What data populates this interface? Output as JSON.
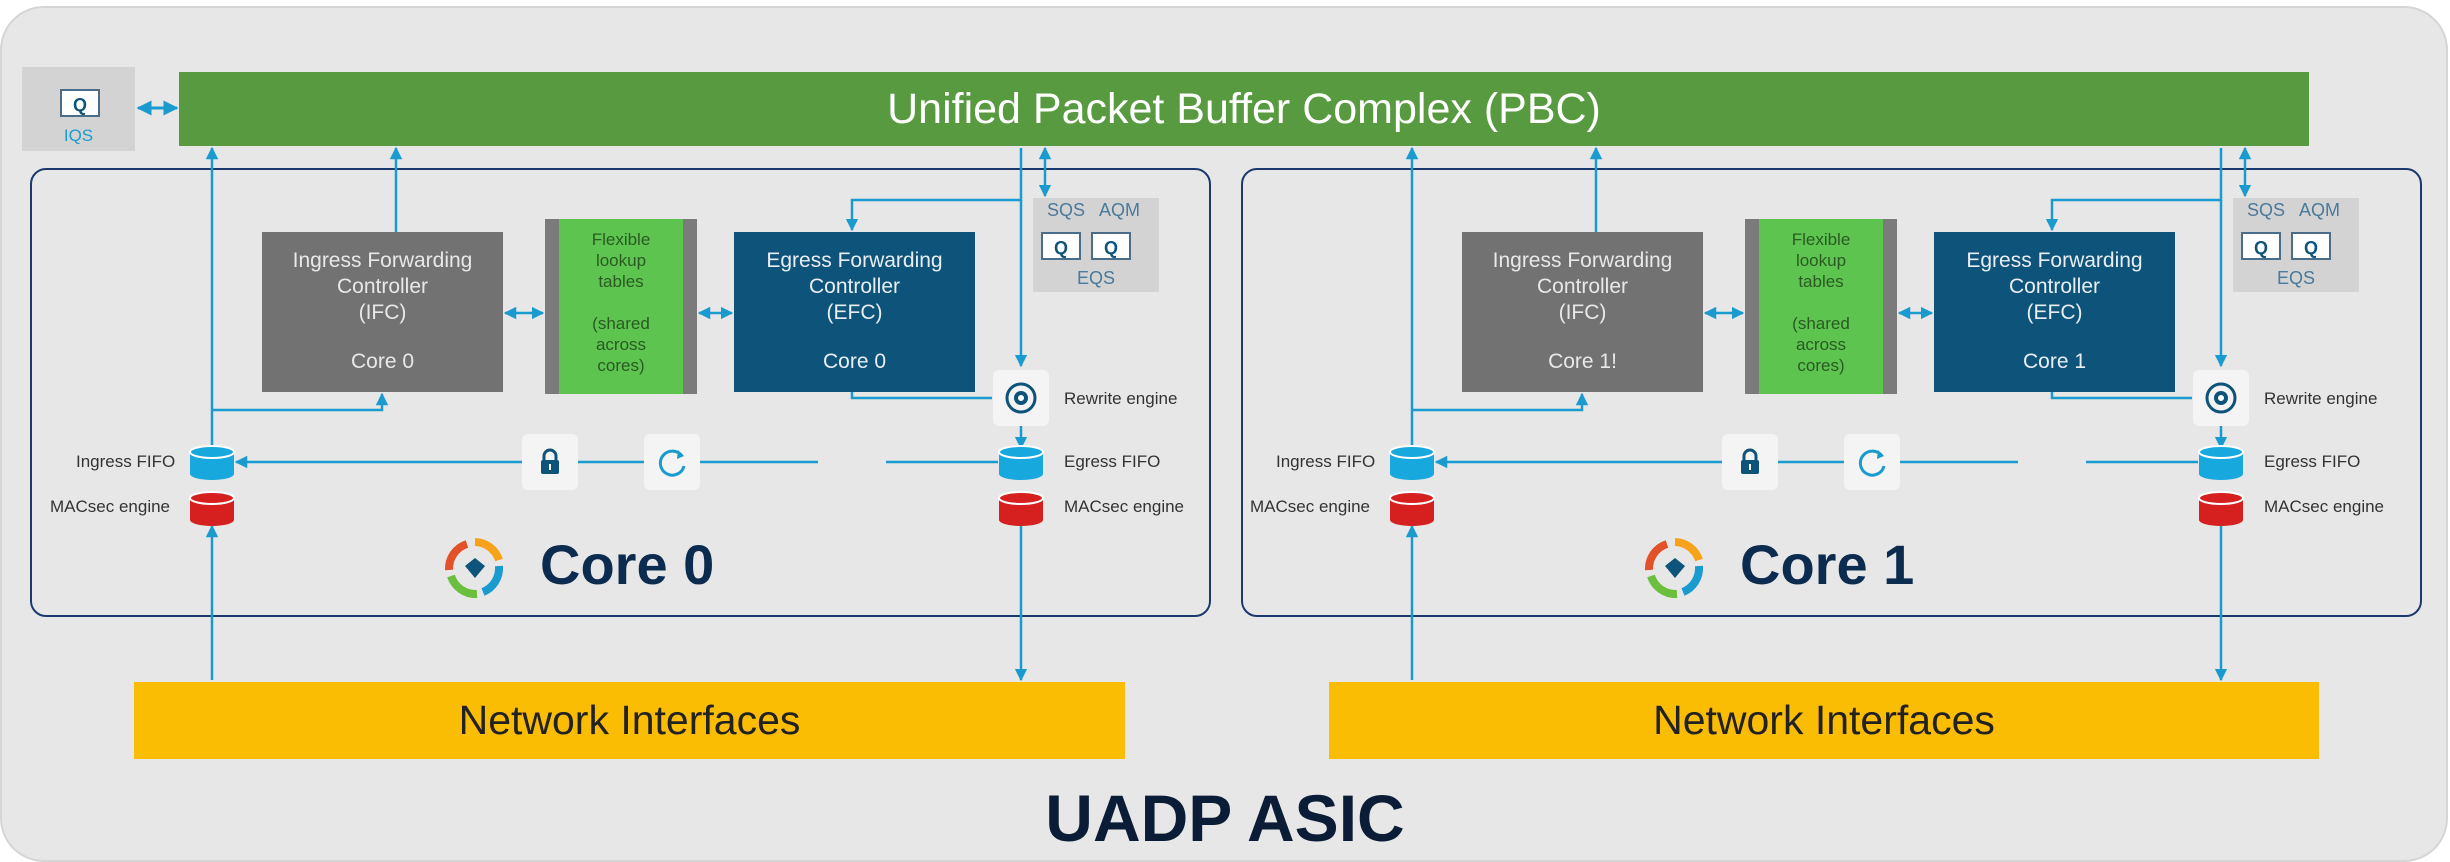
{
  "pbc": {
    "label": "Unified Packet Buffer Complex (PBC)"
  },
  "iqs": {
    "label": "IQS",
    "q": "Q"
  },
  "cores": [
    {
      "ifc": {
        "lines": [
          "Ingress Forwarding",
          "Controller",
          "(IFC)"
        ],
        "core": "Core 0"
      },
      "flex": {
        "lines": [
          "Flexible",
          "lookup",
          "tables",
          "",
          "(shared",
          "across",
          "cores)"
        ]
      },
      "efc": {
        "lines": [
          "Egress Forwarding",
          "Controller",
          "(EFC)"
        ],
        "core": "Core 0"
      },
      "sqs": {
        "sqs": "SQS",
        "aqm": "AQM",
        "q": "Q",
        "eqs": "EQS"
      },
      "labels": {
        "rewrite": "Rewrite engine",
        "ingress_fifo": "Ingress FIFO",
        "egress_fifo": "Egress FIFO",
        "macsec_left": "MACsec engine",
        "macsec_right": "MACsec engine"
      },
      "title": "Core 0"
    },
    {
      "ifc": {
        "lines": [
          "Ingress Forwarding",
          "Controller",
          "(IFC)"
        ],
        "core": "Core 1!"
      },
      "flex": {
        "lines": [
          "Flexible",
          "lookup",
          "tables",
          "",
          "(shared",
          "across",
          "cores)"
        ]
      },
      "efc": {
        "lines": [
          "Egress Forwarding",
          "Controller",
          "(EFC)"
        ],
        "core": "Core 1"
      },
      "sqs": {
        "sqs": "SQS",
        "aqm": "AQM",
        "q": "Q",
        "eqs": "EQS"
      },
      "labels": {
        "rewrite": "Rewrite engine",
        "ingress_fifo": "Ingress FIFO",
        "egress_fifo": "Egress FIFO",
        "macsec_left": "MACsec engine",
        "macsec_right": "MACsec engine"
      },
      "title": "Core 1"
    }
  ],
  "network": [
    "Network Interfaces",
    "Network Interfaces"
  ],
  "asic": "UADP ASIC",
  "colors": {
    "pbc": "#589a3f",
    "ifc": "#727272",
    "efc": "#0e5379",
    "flex": "#5dc450",
    "net": "#fbbc04",
    "wire": "#1a9bd0",
    "fifo": "#17a8dd",
    "macsec": "#d62020"
  }
}
